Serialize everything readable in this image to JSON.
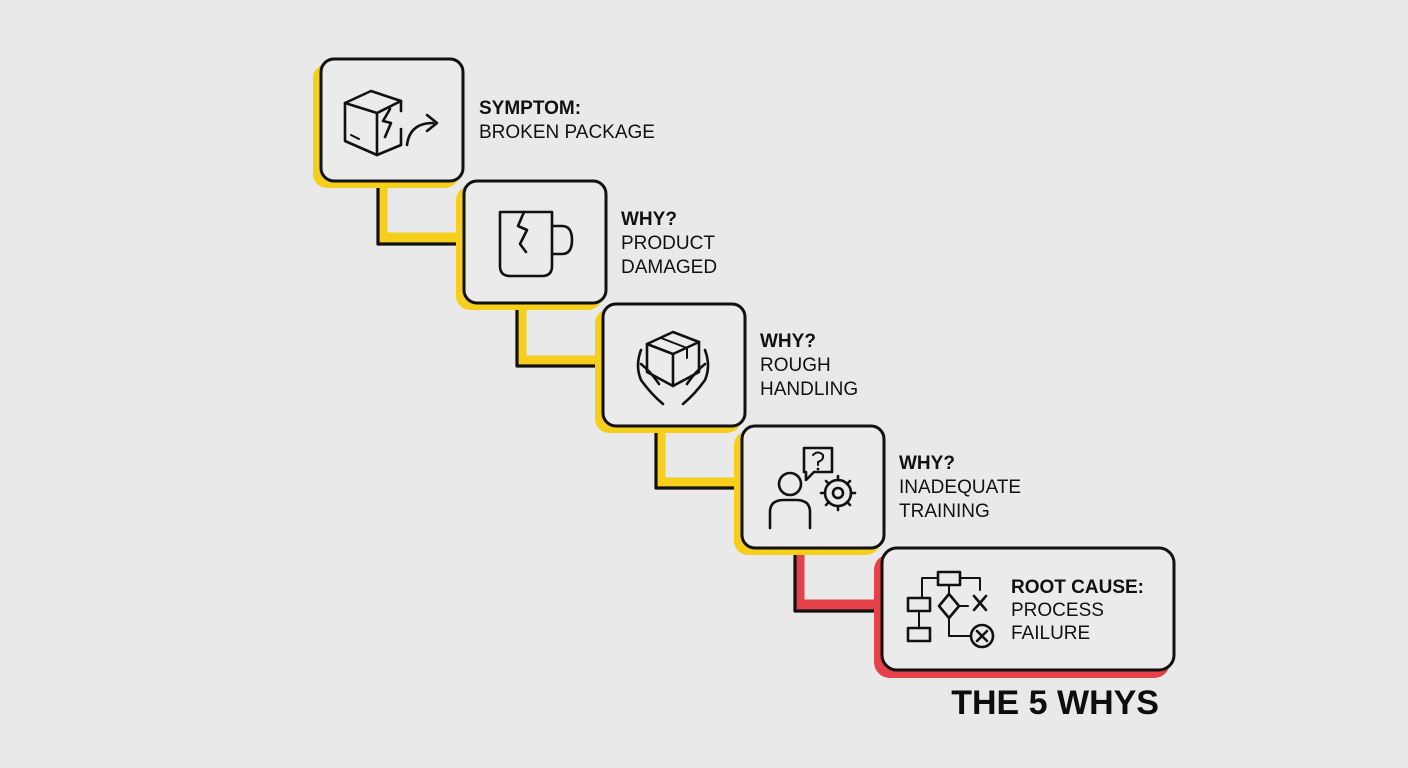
{
  "diagram": {
    "steps": [
      {
        "title": "SYMPTOM:",
        "lines": [
          "BROKEN PACKAGE"
        ],
        "icon": "broken-box-icon",
        "accent": "#f5cf1b"
      },
      {
        "title": "WHY?",
        "lines": [
          "PRODUCT",
          "DAMAGED"
        ],
        "icon": "cracked-mug-icon",
        "accent": "#f5cf1b"
      },
      {
        "title": "WHY?",
        "lines": [
          "ROUGH",
          "HANDLING"
        ],
        "icon": "hands-holding-box-icon",
        "accent": "#f5cf1b"
      },
      {
        "title": "WHY?",
        "lines": [
          "INADEQUATE",
          "TRAINING"
        ],
        "icon": "person-question-gear-icon",
        "accent": "#f5cf1b"
      },
      {
        "title": "ROOT CAUSE:",
        "lines": [
          "PROCESS",
          "FAILURE"
        ],
        "icon": "process-flowchart-error-icon",
        "accent": "#e5414b"
      }
    ],
    "footer_title": "THE 5 WHYS"
  },
  "colors": {
    "background": "#e9e9e9",
    "outline": "#111111",
    "box_fill": "#ebebeb",
    "yellow": "#f5cf1b",
    "red": "#e5414b"
  }
}
